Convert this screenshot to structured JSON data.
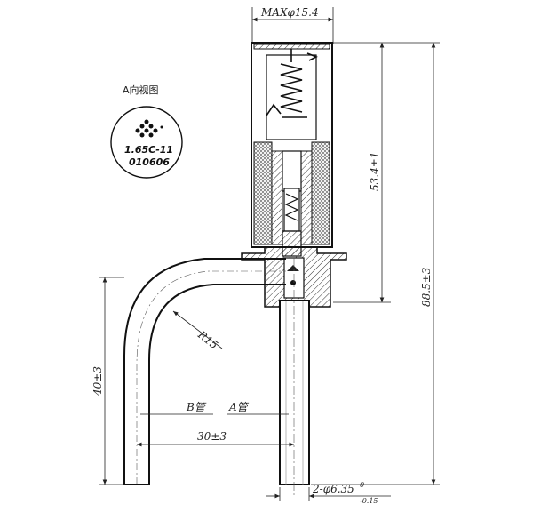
{
  "view_label": "A向视图",
  "stamp": {
    "line1": "1.65C-11",
    "line2": "010606"
  },
  "dimensions": {
    "max_diameter": "MAXφ15.4",
    "height_top": "53.4±1",
    "height_total": "88.5±3",
    "bend_radius": "R15",
    "leg_height": "40±3",
    "spacing": "30±3",
    "pipe_dia_main": "2-φ6.35",
    "pipe_dia_tol_upper": "0",
    "pipe_dia_tol_lower": "-0.15"
  },
  "pipes": {
    "b": "B管",
    "a": "A管"
  }
}
